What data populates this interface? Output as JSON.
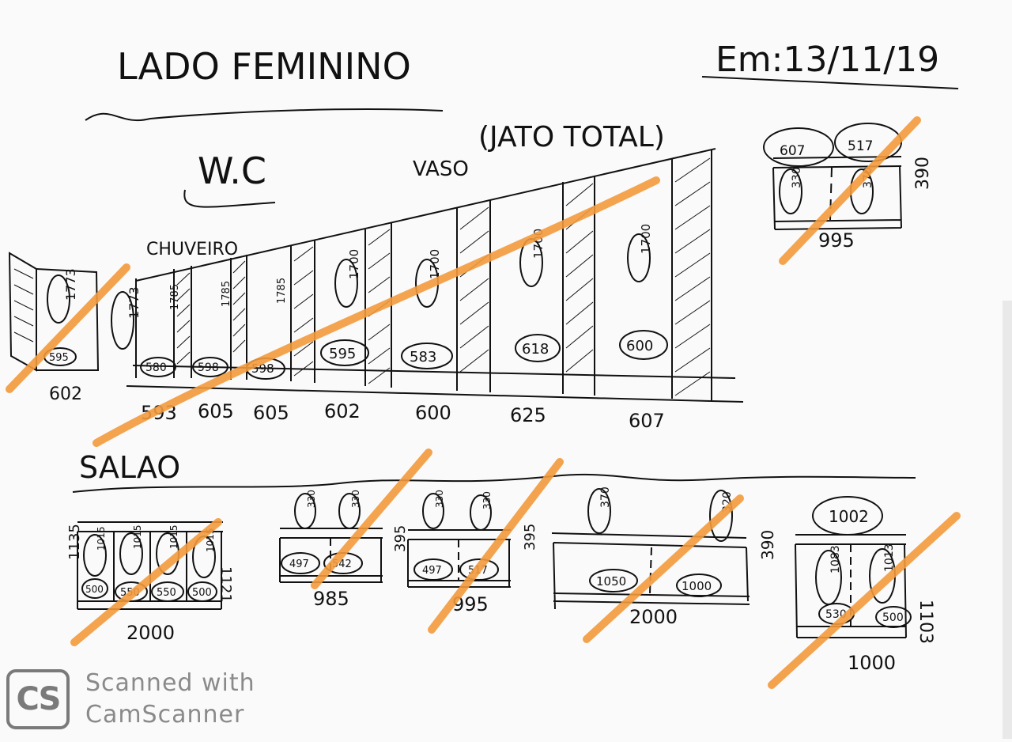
{
  "header": {
    "title": "LADO FEMININO",
    "date": "Em:13/11/19"
  },
  "wc": {
    "label": "W.C",
    "vaso_label": "VASO",
    "jato_label": "(JATO TOTAL)",
    "chuveiro_label": "CHUVEIRO",
    "door_heights": [
      "1773",
      "1785",
      "1785",
      "1785",
      "1700",
      "1700",
      "1700",
      "1700"
    ],
    "side_height": "1773",
    "door_small": [
      "595",
      "580",
      "598",
      "598",
      "595",
      "583",
      "618",
      "600"
    ],
    "widths": [
      "602",
      "593",
      "605",
      "605",
      "602",
      "600",
      "625",
      "607"
    ]
  },
  "right_unit": {
    "top_values": [
      "607",
      "517"
    ],
    "inner_values": [
      "330",
      "370"
    ],
    "height": "390",
    "width": "995"
  },
  "salao": {
    "label": "SALAO",
    "units": [
      {
        "upper_values": [
          "1015",
          "1015",
          "1015",
          "1015"
        ],
        "lower_values": [
          "500",
          "550",
          "550",
          "500"
        ],
        "left_height": "1135",
        "right_height": "1121",
        "width": "2000"
      },
      {
        "top_values": [
          "330",
          "330"
        ],
        "inner_values": [
          "497",
          "542"
        ],
        "height": "395",
        "width": "985"
      },
      {
        "top_values": [
          "330",
          "330"
        ],
        "inner_values": [
          "497",
          "517"
        ],
        "height": "395",
        "width": "995"
      },
      {
        "top_values": [
          "370",
          "320"
        ],
        "inner_values": [
          "1050",
          "1000"
        ],
        "height": "390",
        "width": "2000"
      },
      {
        "top_values": [
          "1002"
        ],
        "upper_values": [
          "1083",
          "1013"
        ],
        "lower_values": [
          "530",
          "500"
        ],
        "height": "1103",
        "width": "1000"
      }
    ]
  },
  "watermark": {
    "logo": "CS",
    "line1": "Scanned with",
    "line2": "CamScanner"
  },
  "colors": {
    "ink": "#111111",
    "strike": "#f39a3c",
    "watermark": "#8a8a8a"
  }
}
